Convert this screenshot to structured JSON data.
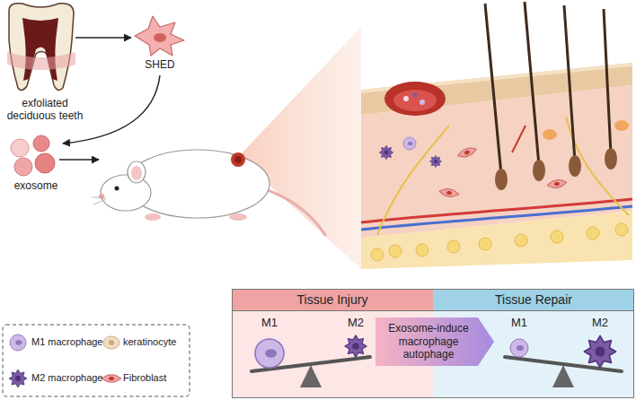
{
  "diagram": {
    "nodes": [
      {
        "text": [
          "Tissue Injury"
        ]
      },
      {
        "text": [
          "Exosome-induce macrophage autophage"
        ]
      },
      {
        "text": [
          "Tissue Repair"
        ]
      }
    ],
    "labels": [
      "exfoliated deciduous teeth",
      "SHED",
      "exosome",
      "M1",
      "M2",
      "M1",
      "M2"
    ],
    "legend": [
      {
        "text": "M1 macrophage"
      },
      {
        "text": "keratinocyte"
      },
      {
        "text": "M2 macrophage"
      },
      {
        "text": "Fibroblast"
      }
    ]
  }
}
